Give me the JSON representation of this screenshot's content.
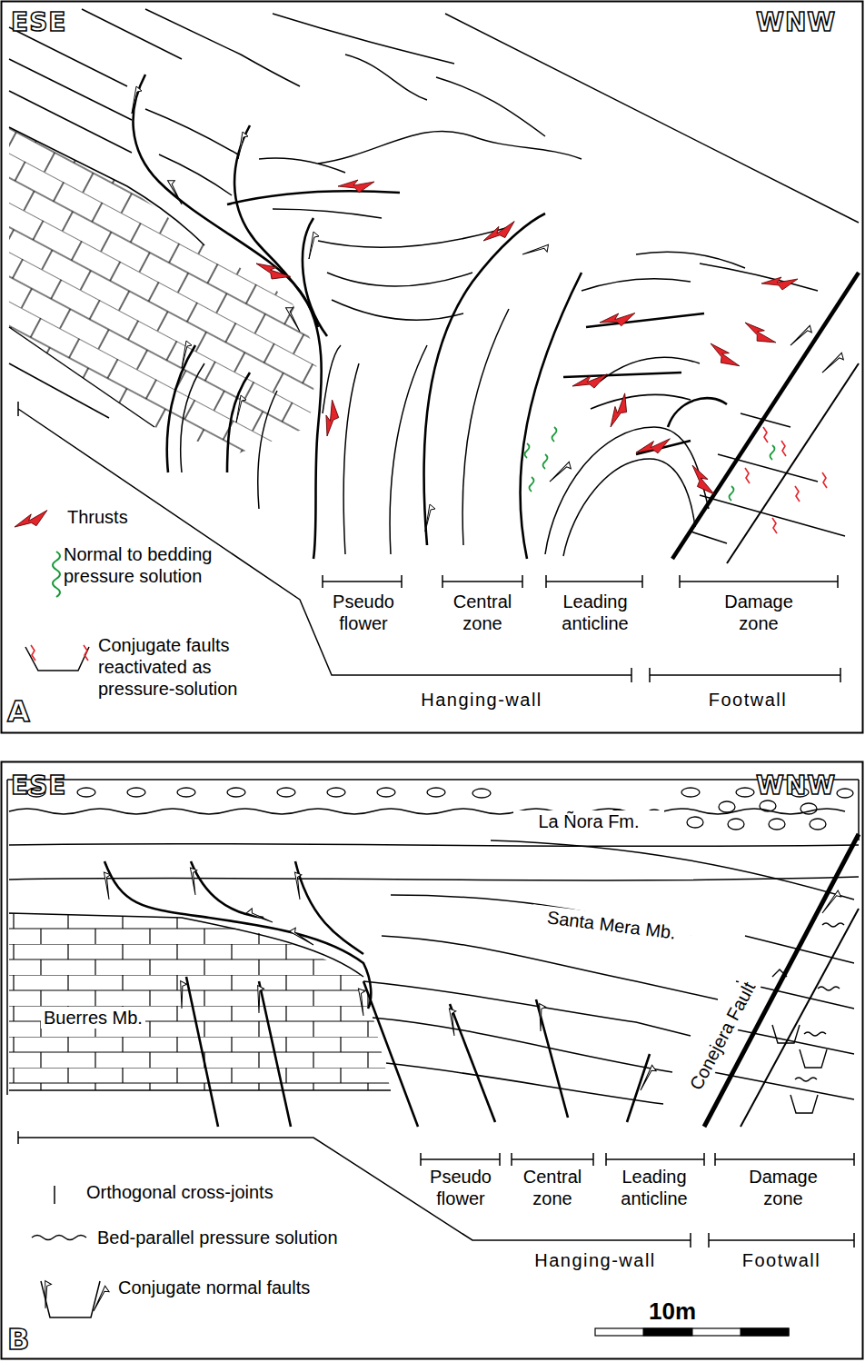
{
  "diagram": {
    "labels": [
      "ESE",
      "WNW",
      "Pseudo flower",
      "Central zone",
      "Leading anticline",
      "Damage zone",
      "Hanging-wall",
      "Footwall",
      "A",
      "ESE",
      "WNW",
      "La Ñora Fm.",
      "Santa Mera Mb.",
      "Buerres Mb.",
      "Conejera Fault",
      "Pseudo flower",
      "Central zone",
      "Leading anticline",
      "Damage zone",
      "Hanging-wall",
      "Footwall",
      "10m",
      "B"
    ],
    "legend": [
      {
        "text": "Thrusts"
      },
      {
        "text": "Normal to bedding pressure solution"
      },
      {
        "text": "Conjugate faults reactivated as pressure-solution"
      },
      {
        "text": "Orthogonal cross-joints"
      },
      {
        "text": "Bed-parallel pressure solution"
      },
      {
        "text": "Conjugate normal faults"
      }
    ]
  }
}
